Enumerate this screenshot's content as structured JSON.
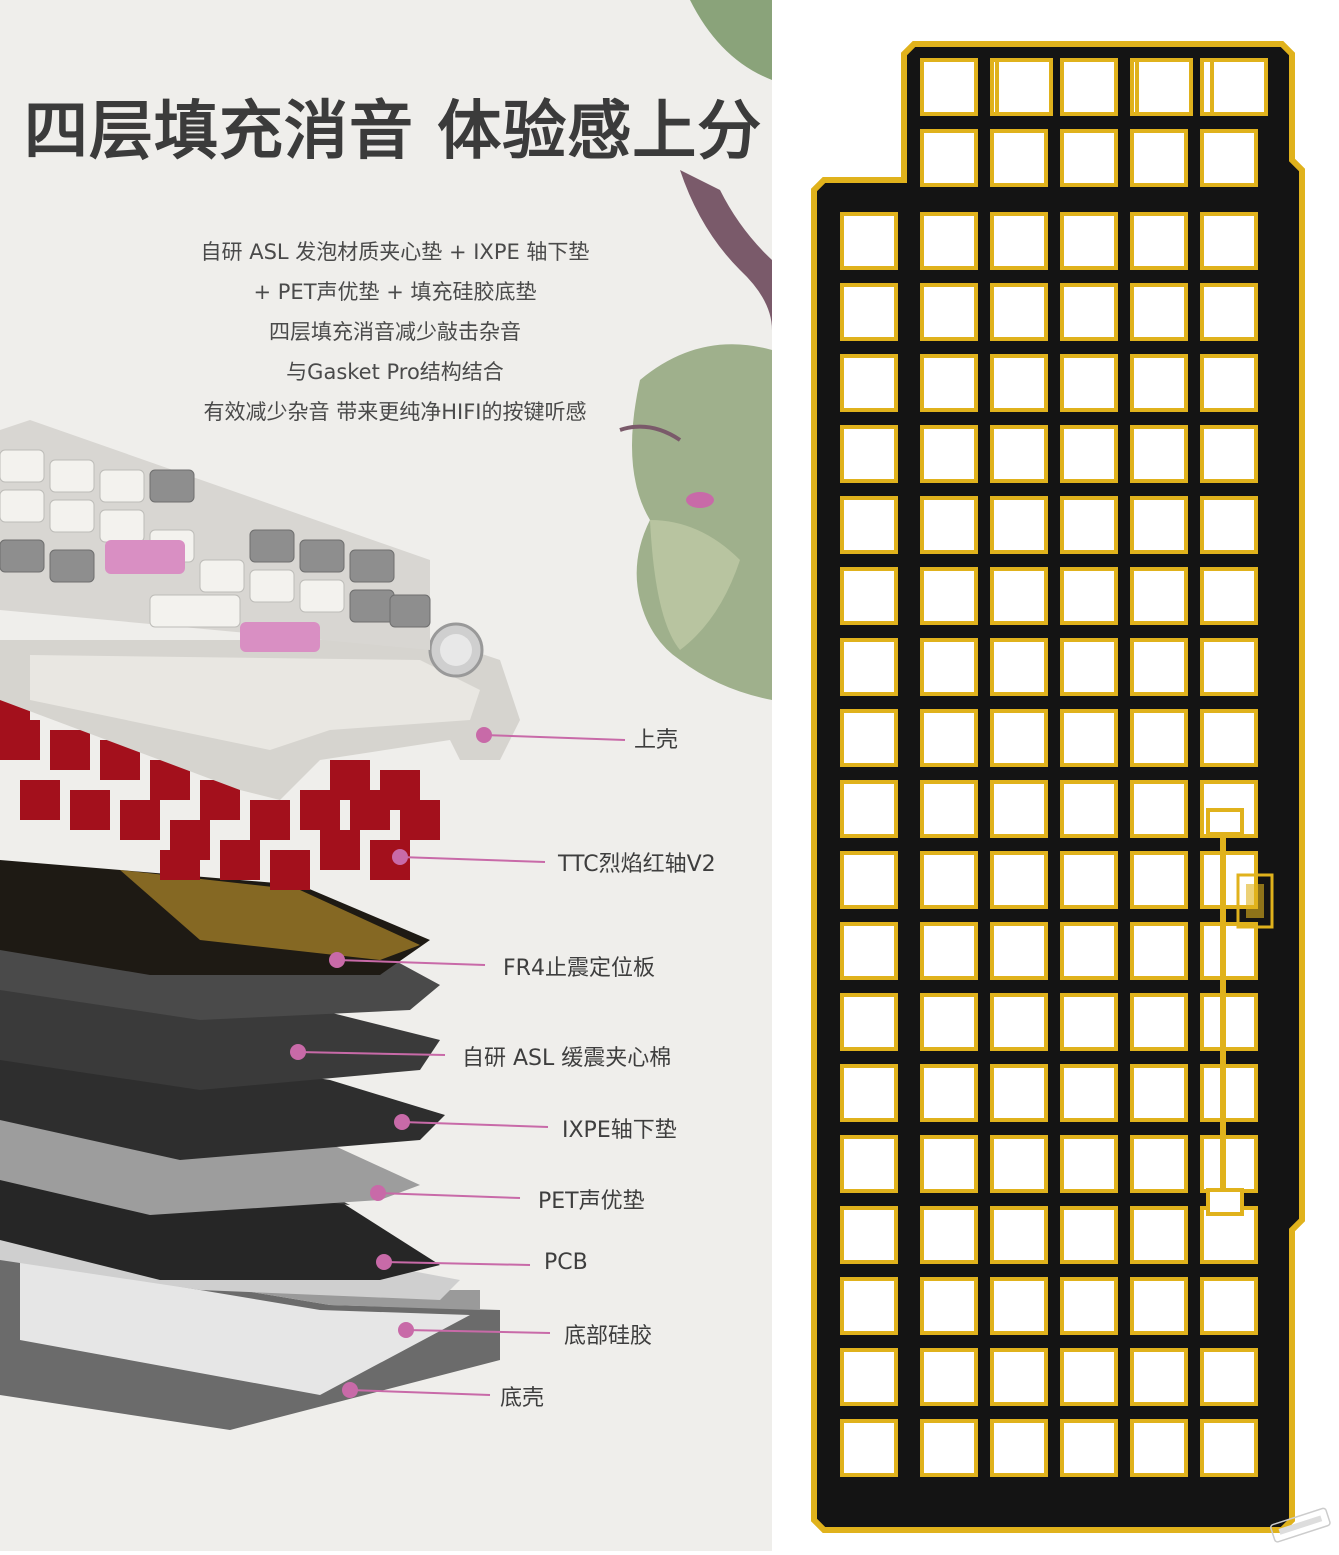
{
  "headline": "四层填充消音 体验感上分",
  "description": [
    "自研 ASL 发泡材质夹心垫 + IXPE 轴下垫",
    "+ PET声优垫 + 填充硅胶底垫",
    "四层填充消音减少敲击杂音",
    "与Gasket Pro结构结合",
    "有效减少杂音  带来更纯净HIFI的按键听感"
  ],
  "layers": [
    {
      "label": "上壳"
    },
    {
      "label": "TTC烈焰红轴V2"
    },
    {
      "label": "FR4止震定位板"
    },
    {
      "label": "自研 ASL 缓震夹心棉"
    },
    {
      "label": "IXPE轴下垫"
    },
    {
      "label": "PET声优垫"
    },
    {
      "label": "PCB"
    },
    {
      "label": "底部硅胶"
    },
    {
      "label": "底壳"
    }
  ],
  "colors": {
    "accent_pink": "#c86aa8",
    "plate_gold": "#e0b21c",
    "plate_black": "#141414",
    "switch_red": "#a3101c",
    "headline": "#3b3b3b"
  }
}
